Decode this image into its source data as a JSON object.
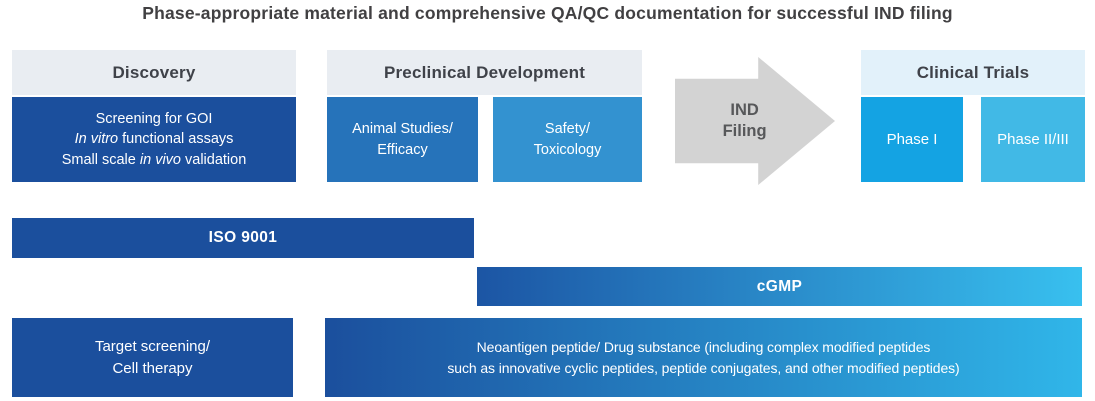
{
  "title": "Phase-appropriate material and comprehensive QA/QC documentation for successful IND filing",
  "columns": {
    "discovery": {
      "header": "Discovery",
      "line1": "Screening for GOI",
      "line2_italic": "In vitro",
      "line2_rest": " functional assays",
      "line3_pre": "Small scale ",
      "line3_italic": "in vivo",
      "line3_rest": " validation"
    },
    "preclinical": {
      "header": "Preclinical Development",
      "box1_line1": "Animal Studies/",
      "box1_line2": "Efficacy",
      "box2_line1": "Safety/",
      "box2_line2": "Toxicology"
    },
    "clinical": {
      "header": "Clinical Trials",
      "box1": "Phase I",
      "box2": "Phase II/III"
    }
  },
  "arrow": {
    "line1": "IND",
    "line2": "Filing"
  },
  "qa_bars": {
    "iso": "ISO 9001",
    "cgmp": "cGMP"
  },
  "bottom": {
    "left_line1": "Target screening/",
    "left_line2": "Cell therapy",
    "right_line1": "Neoantigen peptide/ Drug substance (including complex modified peptides",
    "right_line2": "such as innovative cyclic peptides, peptide conjugates, and other modified peptides)"
  },
  "colors": {
    "title_text": "#414042",
    "header_text": "#3f4249",
    "header_gray": "#e9edf2",
    "header_blue": "#e2f1fa",
    "dark_blue": "#1b4f9d",
    "medium_blue": "#2673ba",
    "steel_blue": "#3392d0",
    "bright_blue": "#14a3e3",
    "sky_blue": "#41b9e6",
    "arrow_gray": "#d3d3d3",
    "arrow_text": "#57585a",
    "cgmp_left": "#1c55a4",
    "cgmp_right": "#38c0ef",
    "neo_left": "#1b4f9d",
    "neo_right": "#30b6e9",
    "box_text": "#ffffff"
  }
}
